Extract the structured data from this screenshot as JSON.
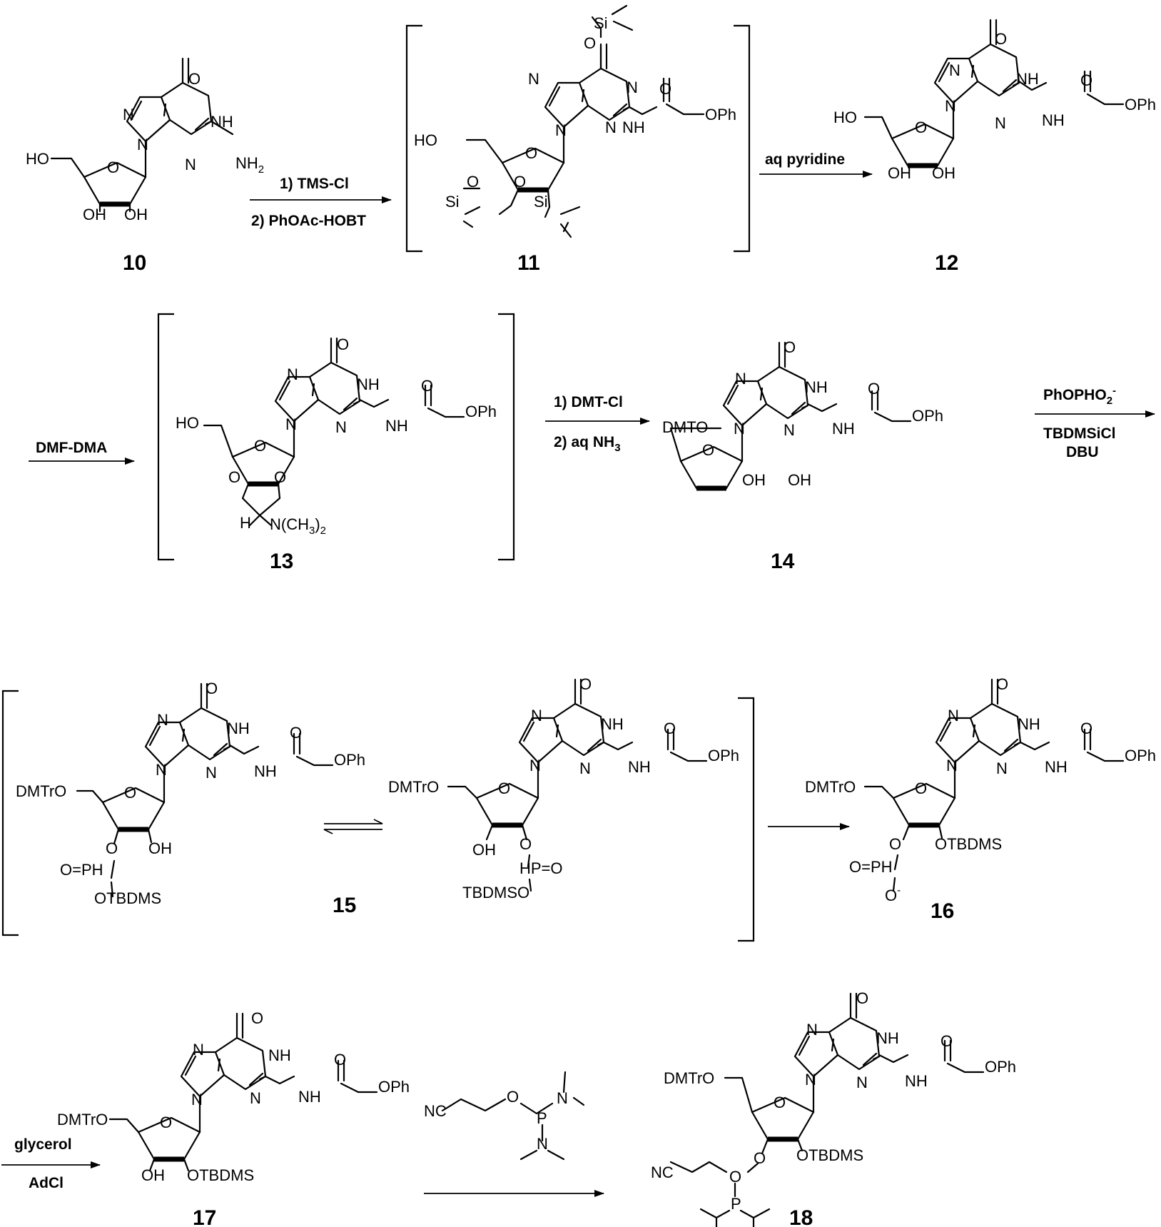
{
  "compounds": {
    "c10": "10",
    "c11": "11",
    "c12": "12",
    "c13": "13",
    "c14": "14",
    "c15": "15",
    "c16": "16",
    "c17": "17",
    "c18": "18"
  },
  "reagents": {
    "step1_a": "1) TMS-Cl",
    "step1_b": "2) PhOAc-HOBT",
    "step2": "aq pyridine",
    "step3": "DMF-DMA",
    "step4_a": "1) DMT-Cl",
    "step4_b_prefix": "2) aq NH",
    "step4_b_sub": "3",
    "step5_a_prefix": "PhOPHO",
    "step5_a_sub": "2",
    "step5_a_sup": "-",
    "step5_b": "TBDMSiCl",
    "step5_c": "DBU",
    "step6_a": "glycerol",
    "step6_b": "AdCl"
  },
  "atoms": {
    "O": "O",
    "N": "N",
    "NH": "NH",
    "H": "H",
    "HO": "HO",
    "OH": "OH",
    "NH2": "NH",
    "sub2": "2",
    "OPh": "OPh",
    "Si": "Si",
    "DMTO": "DMTO",
    "DMTrO": "DMTrO",
    "OTBDMS": "OTBDMS",
    "TBDMSO": "TBDMSO",
    "OeqPH": "O=PH",
    "HPeqO": "HP=O",
    "Ominus": "O",
    "minus": "-",
    "NC": "NC",
    "P": "P",
    "NMe2": "N(CH",
    "NMe2_sub": "3",
    "NMe2_close": ")",
    "NMe2_sub2": "2"
  }
}
